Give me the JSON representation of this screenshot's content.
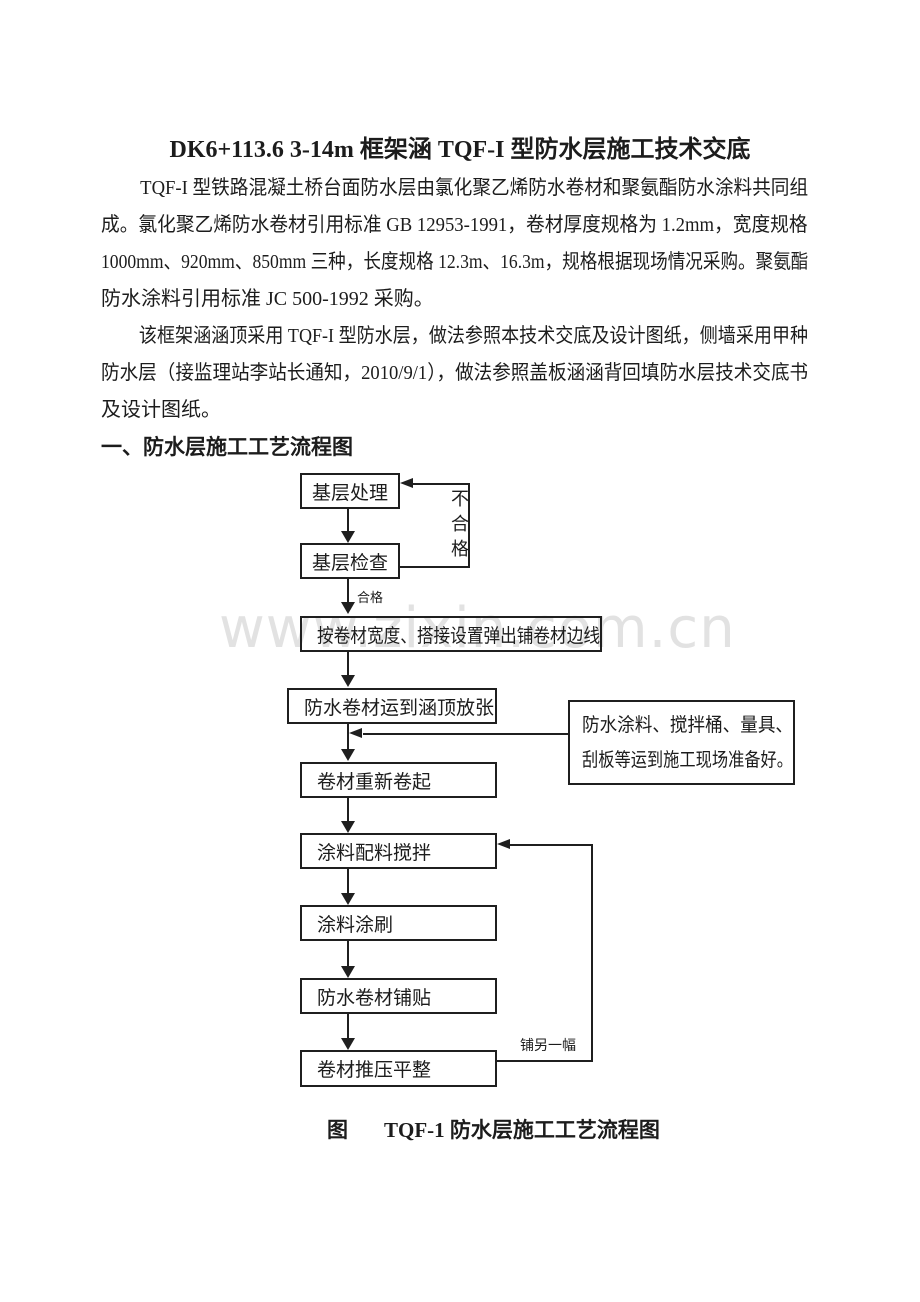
{
  "colors": {
    "background": "#ffffff",
    "text": "#1c1c1c",
    "line": "#1f1f1f",
    "watermark": "#e2e2e2"
  },
  "watermark": "www.zixin.com.cn",
  "document": {
    "title": "DK6+113.6  3-14m 框架涵 TQF-I 型防水层施工技术交底",
    "p1_lines": [
      "TQF-I 型铁路混凝土桥台面防水层由氯化聚乙烯防水卷材和聚氨酯防水涂料共同组",
      "成。氯化聚乙烯防水卷材引用标准 GB 12953-1991，卷材厚度规格为 1.2mm，宽度规格",
      "1000mm、920mm、850mm 三种，长度规格 12.3m、16.3m，规格根据现场情况采购。聚氨酯",
      "防水涂料引用标准 JC 500-1992 采购。"
    ],
    "p2_lines": [
      "该框架涵涵顶采用 TQF-I 型防水层，做法参照本技术交底及设计图纸，侧墙采用甲种",
      "防水层（接监理站李站长通知，2010/9/1），做法参照盖板涵涵背回填防水层技术交底书",
      "及设计图纸。"
    ],
    "section_heading": "一、防水层施工工艺流程图",
    "figure_caption": {
      "prefix": "图",
      "title": "TQF-1 防水层施工工艺流程图"
    }
  },
  "flowchart": {
    "steps": [
      "基层处理",
      "基层检查",
      "按卷材宽度、搭接设置弹出铺卷材边线",
      "防水卷材运到涵顶放张",
      "卷材重新卷起",
      "涂料配料搅拌",
      "涂料涂刷",
      "防水卷材铺贴",
      "卷材推压平整"
    ],
    "side_note_lines": [
      "防水涂料、搅拌桶、量具、",
      "刮板等运到施工现场准备好。"
    ],
    "edge_labels": {
      "pass": "合格",
      "fail": "不合格",
      "repeat": "铺另一幅"
    }
  }
}
